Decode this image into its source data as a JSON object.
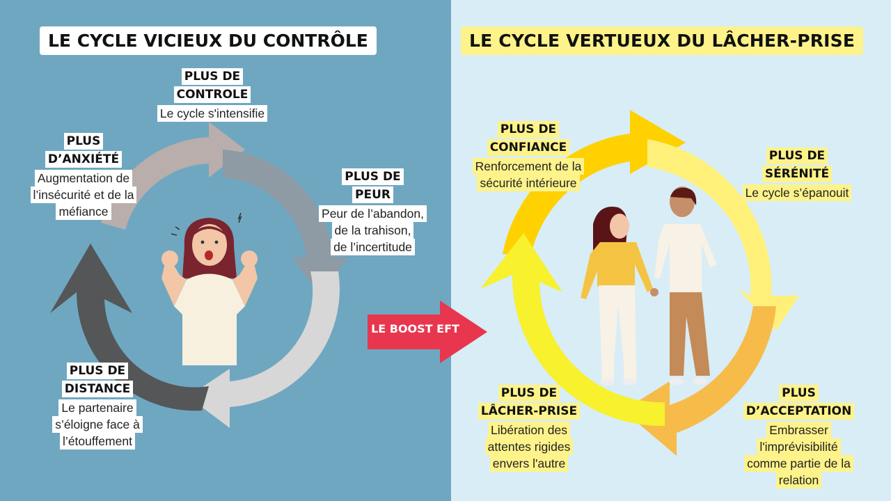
{
  "left": {
    "title": "LE CYCLE VICIEUX DU CONTRÔLE",
    "steps": [
      {
        "title": "PLUS DE\nCONTROLE",
        "desc": "Le cycle s'intensifie"
      },
      {
        "title": "PLUS DE\nPEUR",
        "desc": "Peur de l’abandon,\nde la trahison,\nde l’incertitude"
      },
      {
        "title": "PLUS DE\nDISTANCE",
        "desc": "Le partenaire\ns’éloigne face à\nl’étouffement"
      },
      {
        "title": "PLUS\nD’ANXIÉTÉ",
        "desc": "Augmentation de\nl’insécurité et de la\nméfiance"
      }
    ]
  },
  "center": {
    "boost_label": "LE BOOST EFT"
  },
  "right": {
    "title": "LE CYCLE VERTUEUX DU LÂCHER-PRISE",
    "steps": [
      {
        "title": "PLUS DE\nCONFIANCE",
        "desc": "Renforcement de la\nsécurité intérieure"
      },
      {
        "title": "PLUS DE\nSÉRÉNITÉ",
        "desc": "Le cycle s’épanouit"
      },
      {
        "title": "PLUS\nD’ACCEPTATION",
        "desc": "Embrasser\nl'imprévisibilité\ncomme partie de la\nrelation"
      },
      {
        "title": "PLUS DE\nLÂCHER-PRISE",
        "desc": "Libération des\nattentes rigides\nenvers l'autre"
      }
    ]
  },
  "colors": {
    "left_bg": "#6fa7c1",
    "right_bg": "#d8edf6",
    "highlight_yellow": "#fdf38a",
    "boost_red": "#e8364f"
  }
}
